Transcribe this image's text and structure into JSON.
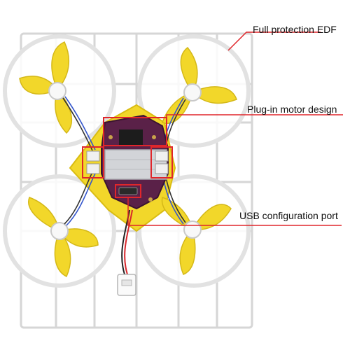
{
  "callouts": [
    {
      "id": "edf",
      "label": "Full protection EDF"
    },
    {
      "id": "motor",
      "label": "Plug-in motor design"
    },
    {
      "id": "usb",
      "label": "USB configuration port"
    }
  ],
  "colors": {
    "accent": "#e0262b",
    "blade": "#f2d72a",
    "frame": "#f4f4f4",
    "frame_edge": "#d8d8d8",
    "board": "#5a2148"
  }
}
